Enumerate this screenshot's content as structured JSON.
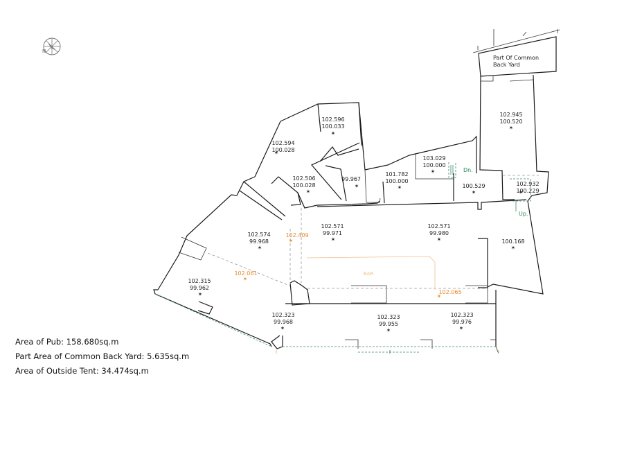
{
  "yard_label": {
    "line1": "Part Of Common",
    "line2": "Back Yard"
  },
  "levels": [
    {
      "a": "102.596",
      "b": "100.033"
    },
    {
      "a": "102.594",
      "b": "100.028"
    },
    {
      "a": "102.506",
      "b": "100.028"
    },
    {
      "a": "99.967"
    },
    {
      "a": "103.029",
      "b": "100.000"
    },
    {
      "a": "101.782",
      "b": "100.000"
    },
    {
      "a": "102.945",
      "b": "100.520"
    },
    {
      "a": "100.529"
    },
    {
      "a": "102.932",
      "b": "100.229"
    },
    {
      "a": "102.574",
      "b": "99.968"
    },
    {
      "a": "102.571",
      "b": "99.971"
    },
    {
      "a": "102.571",
      "b": "99.980"
    },
    {
      "a": "100.168"
    },
    {
      "a": "102.315",
      "b": "99.962"
    },
    {
      "a": "102.323",
      "b": "99.968"
    },
    {
      "a": "102.323",
      "b": "99.955"
    },
    {
      "a": "102.323",
      "b": "99.976"
    }
  ],
  "orange_levels": [
    "102.409",
    "102.061",
    "102.065"
  ],
  "bar_label": "BAR",
  "stair_labels": {
    "dn": "Dn.",
    "up": "Up."
  },
  "legend": [
    {
      "label": "Area of Pub:",
      "value": "158.680sq.m"
    },
    {
      "label": "Part Area of Common Back Yard:",
      "value": "5.635sq.m"
    },
    {
      "label": "Area of Outside Tent:",
      "value": "34.474sq.m"
    }
  ],
  "colors": {
    "wall": "#1a1a1a",
    "accent_orange": "#e8892a",
    "accent_green": "#2e8b57"
  },
  "icons": [
    "north-arrow-icon"
  ]
}
